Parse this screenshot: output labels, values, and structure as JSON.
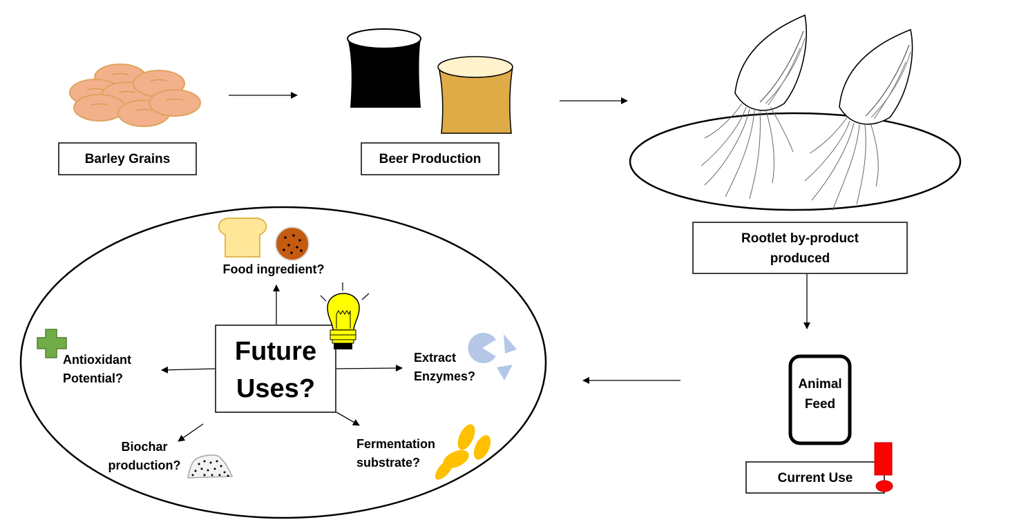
{
  "labels": {
    "barley": "Barley Grains",
    "beer": "Beer Production",
    "rootlet_line1": "Rootlet by-product",
    "rootlet_line2": "produced",
    "animal_feed_line1": "Animal",
    "animal_feed_line2": "Feed",
    "current_use": "Current Use",
    "future_line1": "Future",
    "future_line2": "Uses?",
    "food": "Food ingredient?",
    "antioxidant_line1": "Antioxidant",
    "antioxidant_line2": "Potential?",
    "enzymes_line1": "Extract",
    "enzymes_line2": "Enzymes?",
    "biochar_line1": "Biochar",
    "biochar_line2": "production?",
    "fermentation_line1": "Fermentation",
    "fermentation_line2": "substrate?"
  },
  "icons": [
    "barley-grains-icon",
    "dark-beer-glass-icon",
    "light-beer-glass-icon",
    "rootlet-seed-icon",
    "phone-frame-icon",
    "exclamation-icon",
    "bread-icon",
    "cookie-icon",
    "lightbulb-icon",
    "plus-icon",
    "enzyme-shapes-icon",
    "biochar-icon",
    "yeast-icon"
  ],
  "colors": {
    "grain_fill": "#f2b18b",
    "grain_stroke": "#e0a35f",
    "dark_beer": "#000000",
    "light_beer": "#dfab47",
    "beer_foam": "#fff2cc",
    "plus": "#70ad47",
    "enzyme": "#b4c7e7",
    "yeast": "#ffc000",
    "bulb": "#ffff00",
    "exclamation": "#ff0000",
    "bread": "#ffe699",
    "cookie": "#c55a11"
  }
}
